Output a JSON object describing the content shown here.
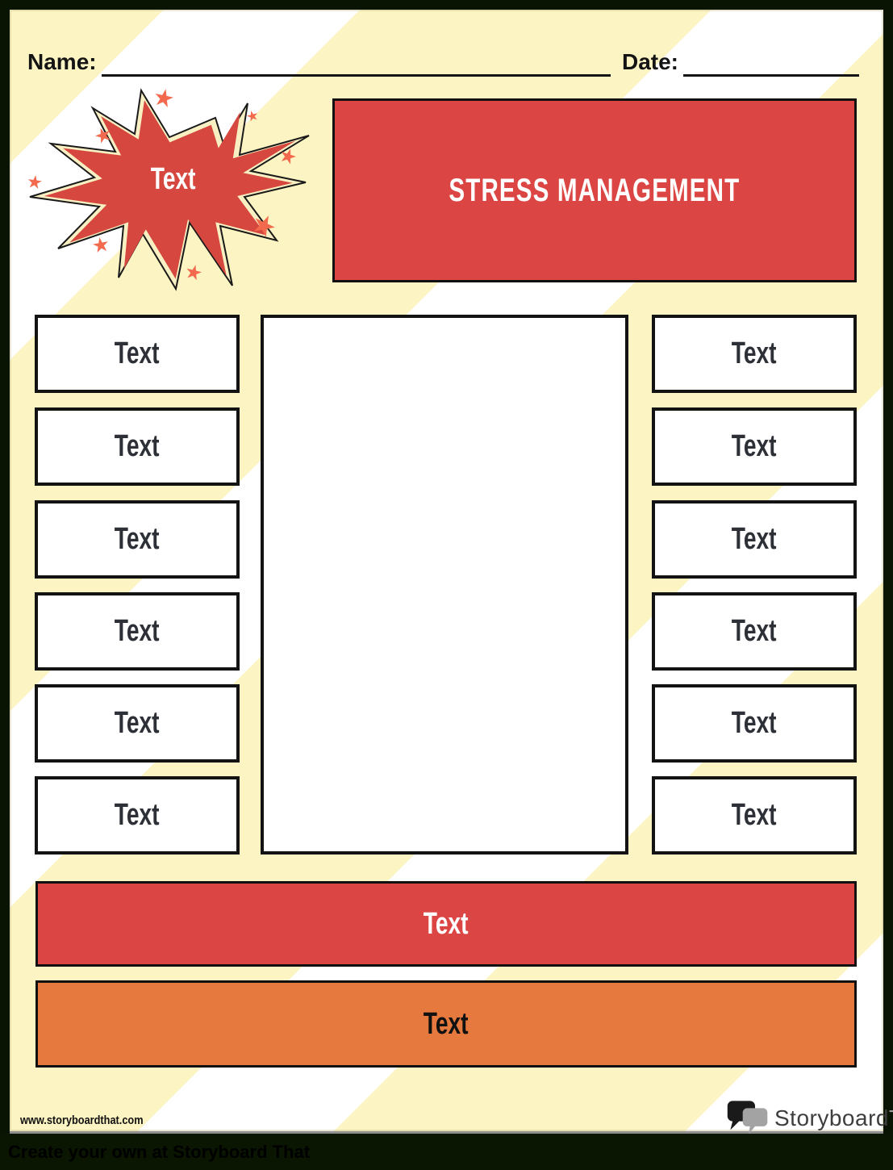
{
  "header": {
    "name_label": "Name:",
    "date_label": "Date:"
  },
  "burst": {
    "label": "Text"
  },
  "title": {
    "label": "STRESS MANAGEMENT"
  },
  "boxes": {
    "left": [
      "Text",
      "Text",
      "Text",
      "Text",
      "Text",
      "Text"
    ],
    "right": [
      "Text",
      "Text",
      "Text",
      "Text",
      "Text",
      "Text"
    ]
  },
  "banners": {
    "red_label": "Text",
    "orange_label": "Text"
  },
  "footer": {
    "url": "www.storyboardthat.com",
    "logo": {
      "part1": "Storyboard",
      "part2": "That"
    },
    "strip_text": "Create your own at Storyboard That"
  },
  "colors": {
    "frame": "#0A1403",
    "stripe_yellow": "#FCF4C2",
    "stripe_white": "#FFFFFF",
    "accent_red": "#DB4543",
    "burst_red": "#D6473F",
    "burst_cream": "#F8F0C3",
    "star_orange": "#F2694D",
    "accent_orange": "#E6793E",
    "box_text": "#2D3137",
    "logo_gray": "#9E9E9E"
  }
}
